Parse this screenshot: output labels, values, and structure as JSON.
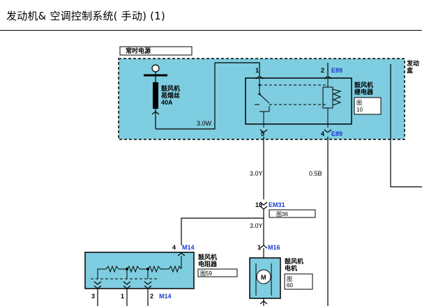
{
  "page": {
    "title": "发动机& 空调控制系统( 手动) (1)"
  },
  "diagram": {
    "power_label": "常时电源",
    "fuse": {
      "line1": "鼓风机",
      "line2": "易熔丝",
      "line3": "40A"
    },
    "relay": {
      "line1": "鼓风机",
      "line2": "继电器",
      "ref_line1": "图",
      "ref_line2": "10"
    },
    "box_label": {
      "line1": "发动",
      "line2": "盒"
    },
    "relay_pins": {
      "p1": "1",
      "p2": "2",
      "p5": "5",
      "p4": "4"
    },
    "relay_connector_top": "E89",
    "relay_connector_bottom": "E89",
    "wire_3_0w": "3.0W",
    "wire_3_0y_a": "3.0Y",
    "wire_0_5b": "0.5B",
    "wire_3_0y_b": "3.0Y",
    "em31": {
      "pin": "18",
      "connector": "EM31",
      "ref": "图36"
    },
    "resistor": {
      "pin_top": "4",
      "connector_top": "M14",
      "line1": "鼓风机",
      "line2": "电阻器",
      "ref": "图59",
      "pin_b1": "3",
      "pin_b2": "1",
      "pin_b3": "2",
      "connector_bottom": "M14"
    },
    "motor": {
      "pin": "1",
      "connector": "M16",
      "line1": "鼓风机",
      "line2": "电机",
      "ref_line1": "图",
      "ref_line2": "60",
      "symbol": "M"
    }
  },
  "colors": {
    "box_fill": "#7fcde0",
    "connector_blue": "#1a3bd1"
  }
}
